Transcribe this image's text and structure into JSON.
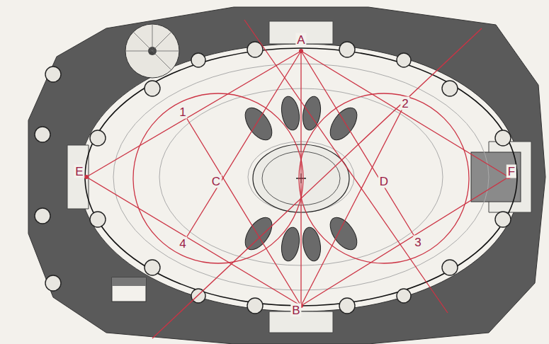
{
  "diagram": {
    "labels": [
      "A",
      "1",
      "2",
      "E",
      "C",
      "D",
      "F",
      "4",
      "3",
      "B"
    ]
  }
}
